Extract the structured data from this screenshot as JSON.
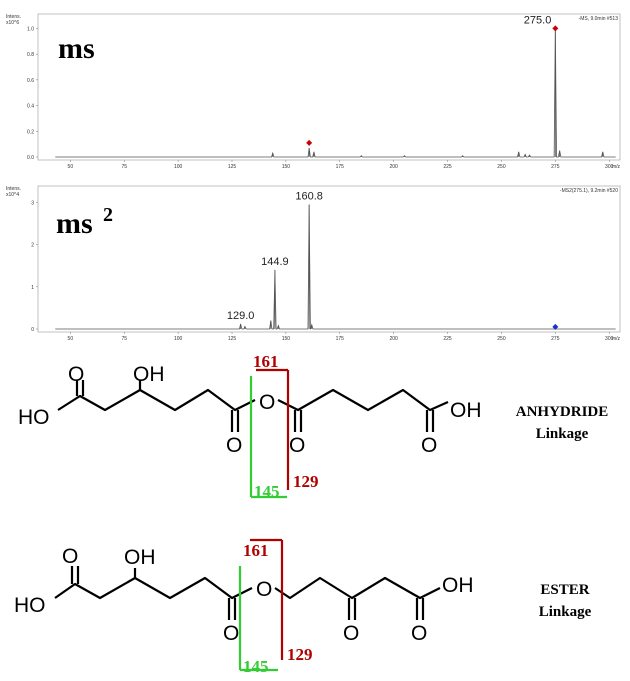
{
  "chart_data": [
    {
      "type": "line",
      "title": "ms",
      "corner_label": "-MS, 9.0min #513",
      "y_unit_line1": "Intens.",
      "y_unit_line2": "x10^6",
      "xlabel": "m/z",
      "xlim": [
        35,
        305
      ],
      "ylim": [
        0,
        1.05
      ],
      "x_ticks": [
        "50",
        "75",
        "100",
        "125",
        "150",
        "175",
        "200",
        "225",
        "250",
        "275",
        "300"
      ],
      "y_ticks": [
        "0.0",
        "0.2",
        "0.4",
        "0.6",
        "0.8",
        "1.0"
      ],
      "peaks": [
        {
          "x": 143.9,
          "y": 0.03
        },
        {
          "x": 160.8,
          "y": 0.07
        },
        {
          "x": 163.0,
          "y": 0.04
        },
        {
          "x": 185.0,
          "y": 0.01
        },
        {
          "x": 205.0,
          "y": 0.01
        },
        {
          "x": 232.0,
          "y": 0.01
        },
        {
          "x": 258.0,
          "y": 0.04
        },
        {
          "x": 261.0,
          "y": 0.02
        },
        {
          "x": 263.0,
          "y": 0.015
        },
        {
          "x": 275.0,
          "y": 1.0
        },
        {
          "x": 277.0,
          "y": 0.05
        },
        {
          "x": 297.0,
          "y": 0.04
        }
      ],
      "annotations": [
        {
          "text": "275.0",
          "x": 275.0,
          "y": 1.0,
          "color": "#cc0000"
        }
      ],
      "markers": [
        {
          "x": 160.8,
          "y": 0.11,
          "color": "#cc0000"
        },
        {
          "x": 275.0,
          "y": 1.0,
          "color": "#cc0000"
        }
      ]
    },
    {
      "type": "line",
      "title": "ms",
      "title_sup": "2",
      "corner_label": "-MS2(275.1), 9.2min #520",
      "y_unit_line1": "Intens.",
      "y_unit_line2": "x10^4",
      "xlabel": "m/z",
      "xlim": [
        35,
        305
      ],
      "ylim": [
        0,
        3.2
      ],
      "x_ticks": [
        "50",
        "75",
        "100",
        "125",
        "150",
        "175",
        "200",
        "225",
        "250",
        "275",
        "300"
      ],
      "y_ticks": [
        "0",
        "1",
        "2",
        "3"
      ],
      "peaks": [
        {
          "x": 129.0,
          "y": 0.12
        },
        {
          "x": 131.0,
          "y": 0.06
        },
        {
          "x": 143.0,
          "y": 0.2
        },
        {
          "x": 144.9,
          "y": 1.4
        },
        {
          "x": 146.5,
          "y": 0.08
        },
        {
          "x": 160.8,
          "y": 2.95
        },
        {
          "x": 162.0,
          "y": 0.1
        }
      ],
      "annotations": [
        {
          "text": "129.0",
          "x": 129.0,
          "y": 0.12,
          "color": "#222222"
        },
        {
          "text": "144.9",
          "x": 144.9,
          "y": 1.4,
          "color": "#222222"
        },
        {
          "text": "160.8",
          "x": 160.8,
          "y": 2.95,
          "color": "#222222"
        }
      ],
      "markers": [
        {
          "x": 275.0,
          "y": 0.05,
          "color": "#1a33cc"
        }
      ]
    }
  ],
  "structures": {
    "atoms": {
      "O": "O",
      "OH": "OH",
      "HO": "HO"
    },
    "anhydride": {
      "frag_left": "145",
      "frag_right_top": "161",
      "frag_right_bottom": "129",
      "label_line1": "ANHYDRIDE",
      "label_line2": "Linkage"
    },
    "ester": {
      "frag_left": "145",
      "frag_right_top": "161",
      "frag_right_bottom": "129",
      "label_line1": "ESTER",
      "label_line2": "Linkage"
    }
  },
  "colors": {
    "green": "#33cc33",
    "red": "#b00000",
    "trace": "#555555"
  }
}
